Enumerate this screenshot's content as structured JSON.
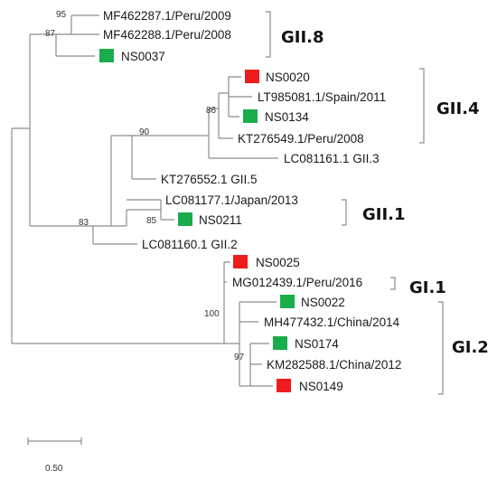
{
  "colors": {
    "green": "#1aad4c",
    "red": "#ee1c1c"
  },
  "leaves": {
    "mf462287": "MF462287.1/Peru/2009",
    "mf462288": "MF462288.1/Peru/2008",
    "ns0037": "NS0037",
    "ns0020": "NS0020",
    "lt985081": "LT985081.1/Spain/2011",
    "ns0134": "NS0134",
    "kt276549": "KT276549.1/Peru/2008",
    "lc081161": "LC081161.1 GII.3",
    "kt276552": "KT276552.1 GII.5",
    "lc081177": "LC081177.1/Japan/2013",
    "ns0211": "NS0211",
    "lc081160": "LC081160.1 GII.2",
    "ns0025": "NS0025",
    "mg012439": "MG012439.1/Peru/2016",
    "ns0022": "NS0022",
    "mh477432": "MH477432.1/China/2014",
    "ns0174": "NS0174",
    "km282588": "KM282588.1/China/2012",
    "ns0149": "NS0149"
  },
  "markers": {
    "ns0037": "green",
    "ns0020": "red",
    "ns0134": "green",
    "ns0211": "green",
    "ns0025": "red",
    "ns0022": "green",
    "ns0174": "green",
    "ns0149": "red"
  },
  "bootstrap": {
    "b95": "95",
    "b87": "87",
    "b86": "86",
    "b90": "90",
    "b85": "85",
    "b83": "83",
    "b100": "100",
    "b97": "97"
  },
  "groups": {
    "gii8": "GII.8",
    "gii4": "GII.4",
    "gii1": "GII.1",
    "gi1": "GI.1",
    "gi2": "GI.2"
  },
  "scale": {
    "label": "0.50"
  }
}
